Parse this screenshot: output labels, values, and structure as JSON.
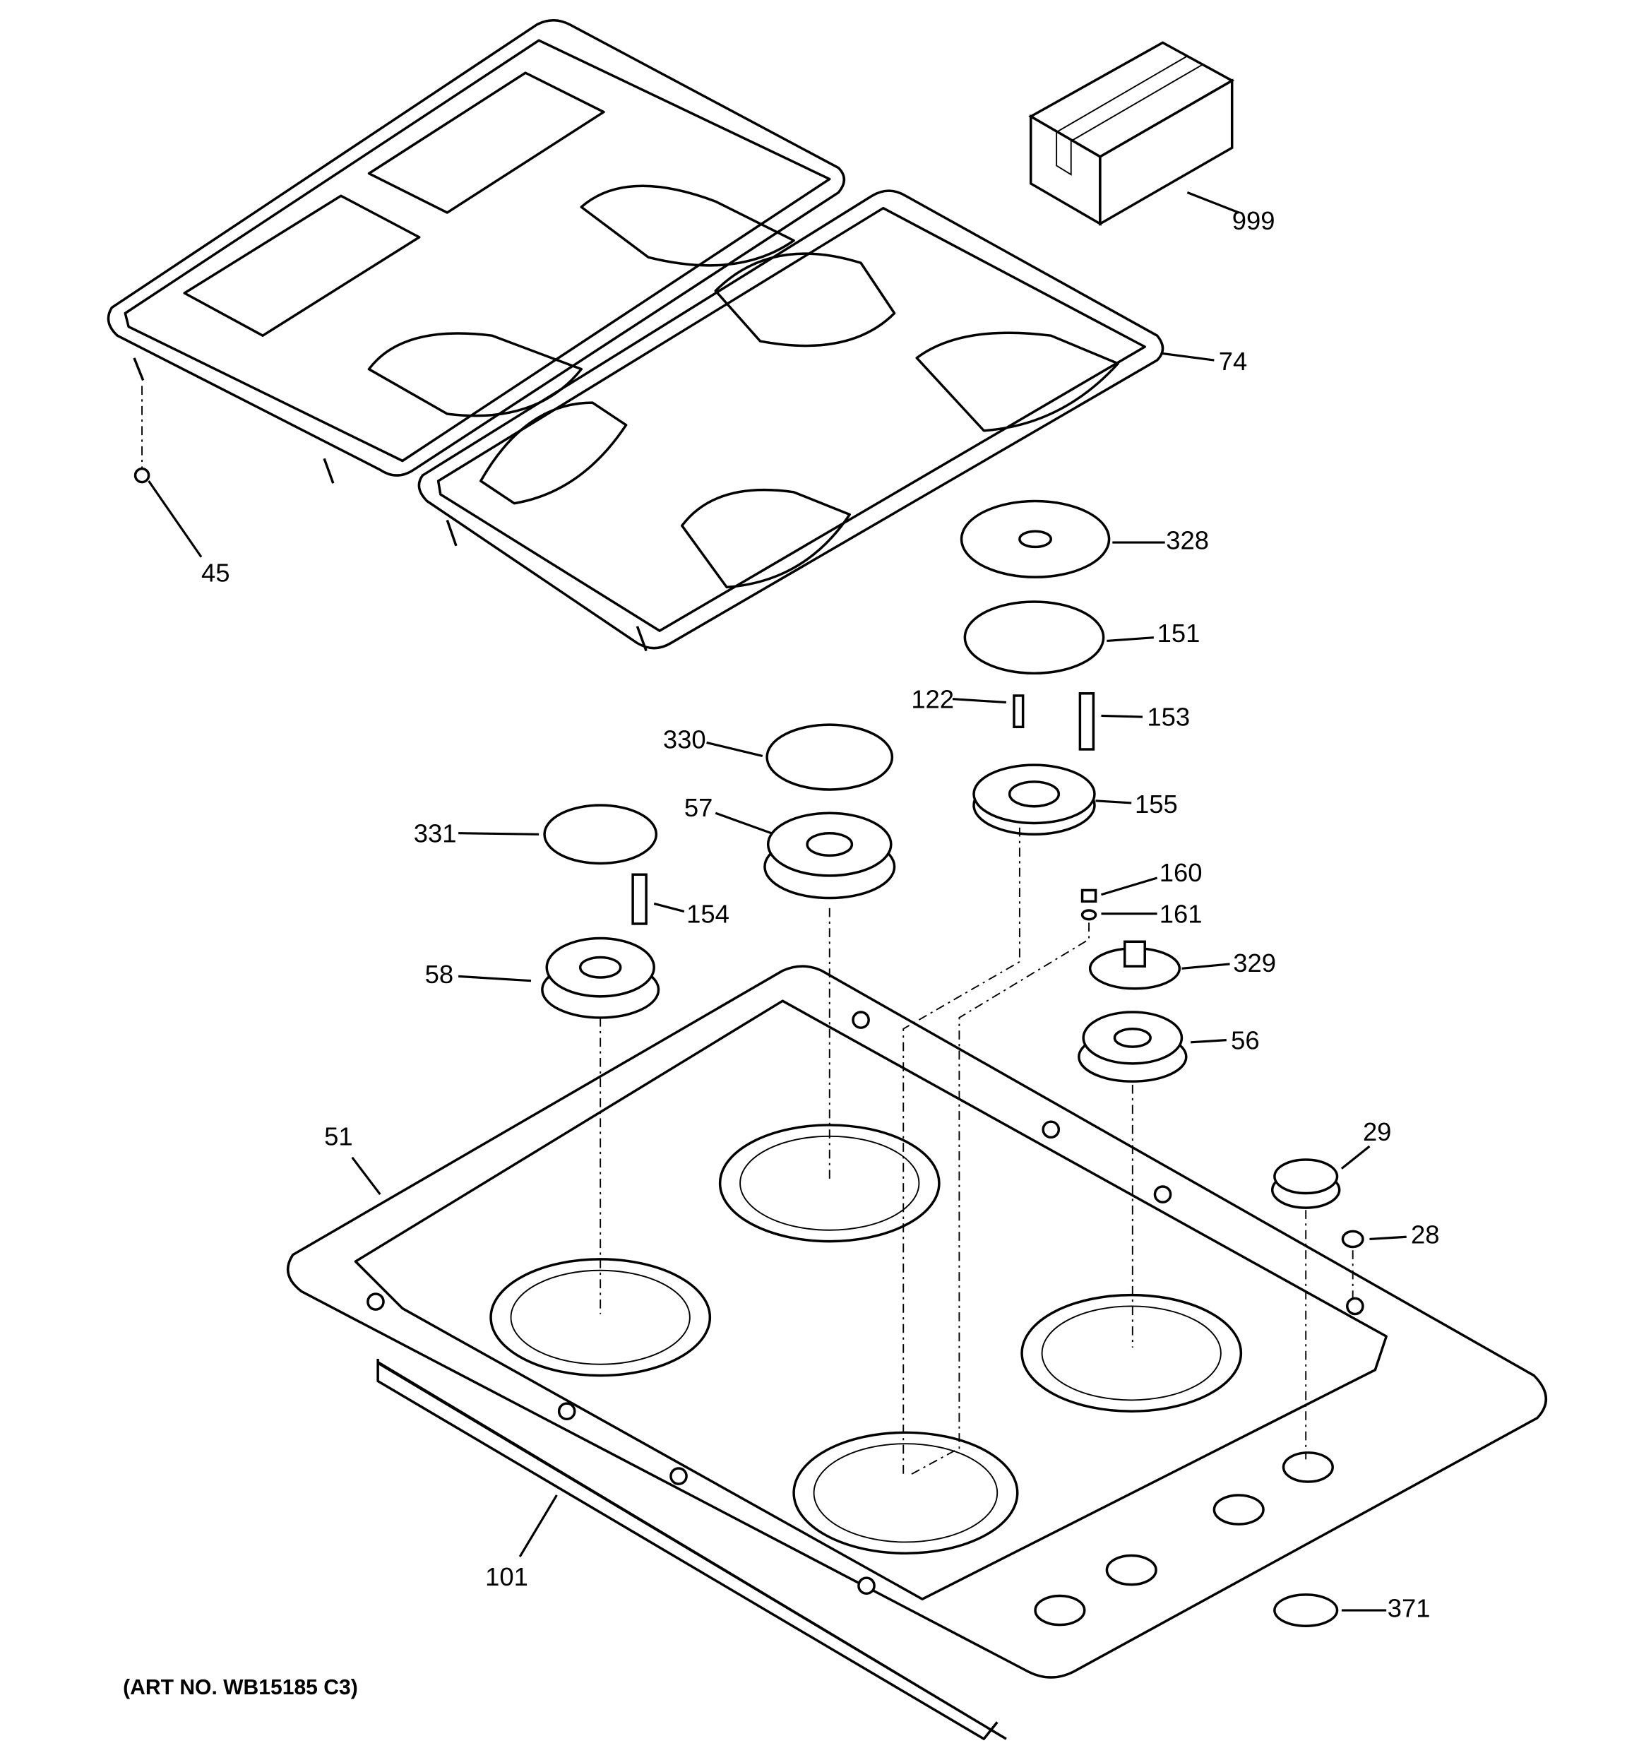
{
  "diagram": {
    "art_number": "(ART NO. WB15185 C3)",
    "parts": [
      "999",
      "74",
      "45",
      "328",
      "151",
      "122",
      "153",
      "330",
      "155",
      "57",
      "331",
      "160",
      "154",
      "161",
      "58",
      "329",
      "56",
      "29",
      "51",
      "28",
      "101",
      "371"
    ]
  }
}
